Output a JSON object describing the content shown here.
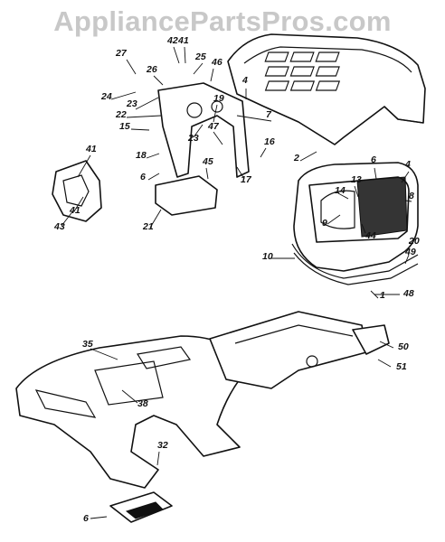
{
  "watermark": "AppliancePartsPros.com",
  "callouts": [
    "27",
    "42",
    "41",
    "25",
    "46",
    "26",
    "24",
    "23",
    "22",
    "15",
    "18",
    "6",
    "41",
    "41",
    "43",
    "21",
    "4",
    "7",
    "19",
    "23",
    "47",
    "45",
    "17",
    "16",
    "2",
    "6",
    "4",
    "14",
    "13",
    "8",
    "9",
    "44",
    "10",
    "20",
    "49",
    "48",
    "35",
    "38",
    "32",
    "6",
    "50",
    "51",
    "1"
  ],
  "colors": {
    "ink": "#111111",
    "watermark": "#c8c8c8",
    "background": "#ffffff"
  }
}
